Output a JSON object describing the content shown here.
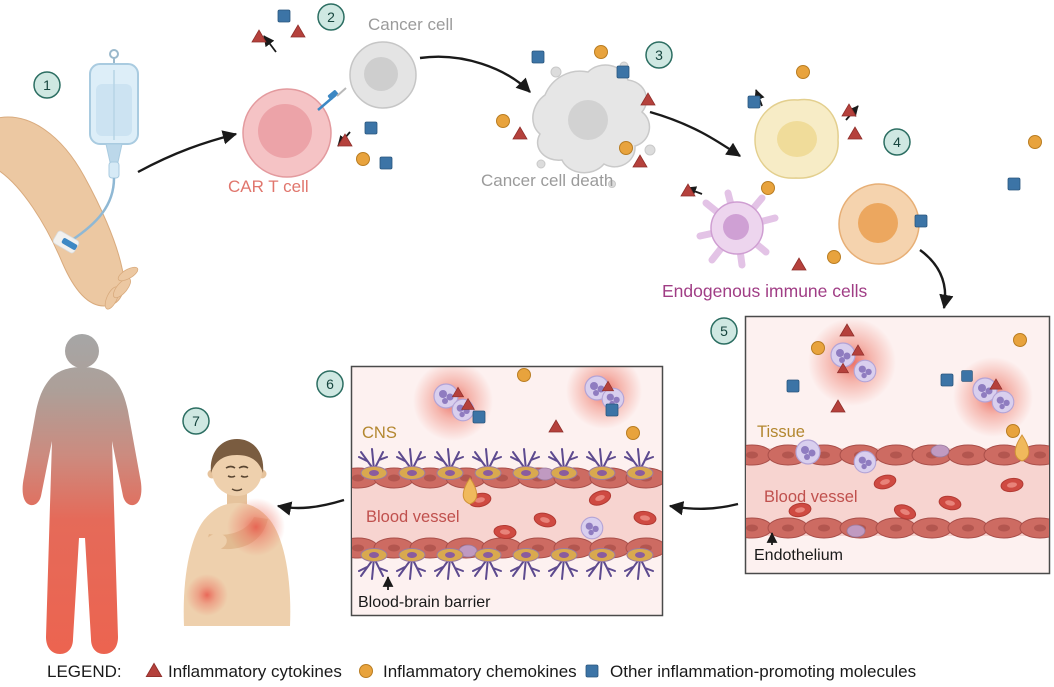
{
  "steps": [
    "1",
    "2",
    "3",
    "4",
    "5",
    "6",
    "7"
  ],
  "labels": {
    "cancer_cell": "Cancer cell",
    "car_t_cell": "CAR T cell",
    "cancer_cell_death": "Cancer cell death",
    "endogenous_immune_cells": "Endogenous immune cells",
    "tissue": "Tissue",
    "blood_vessel_tissue": "Blood vessel",
    "endothelium": "Endothelium",
    "cns": "CNS",
    "blood_vessel_cns": "Blood vessel",
    "blood_brain_barrier": "Blood-brain barrier"
  },
  "legend": {
    "heading": "LEGEND:",
    "items": [
      {
        "shape": "triangle",
        "color": "#b5413c",
        "label": "Inflammatory cytokines"
      },
      {
        "shape": "circle",
        "color": "#e8a33d",
        "label": "Inflammatory chemokines"
      },
      {
        "shape": "square",
        "color": "#3c74a6",
        "label": "Other inflammation-promoting molecules"
      }
    ]
  },
  "colors": {
    "cytokine_red": "#b5413c",
    "chemokine_orange": "#e8a33d",
    "molecule_blue": "#3c74a6",
    "car_t_label": "#e0766d",
    "cancer_label": "#9b9b9b",
    "immune_label": "#a03d85",
    "tissue_label": "#b3872f",
    "vessel_label": "#c0504d",
    "step_badge_fill": "#cfe8e2",
    "step_badge_border": "#2c6e62",
    "box_fill": "#fdf1f0",
    "glow_red": "#e04a3c"
  }
}
